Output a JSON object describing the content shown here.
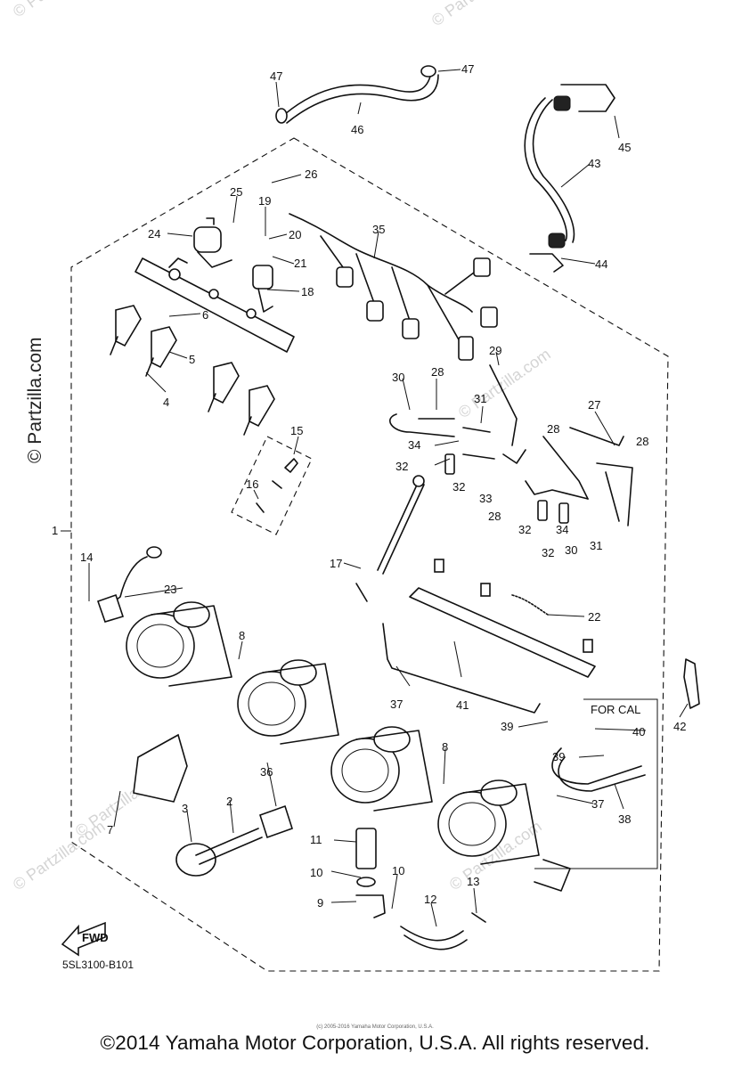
{
  "watermark": "© Partzilla.com",
  "side_watermark": "© Partzilla.com",
  "diagram_code": "5SL3100-B101",
  "note_box_label": "FOR CAL",
  "fwd_arrow_label": "FWD",
  "fineprint": "(c) 2005-2016 Yamaha Motor Corporation, U.S.A.",
  "copyright": "©2014 Yamaha Motor Corporation, U.S.A. All rights reserved.",
  "callouts": [
    "1",
    "2",
    "3",
    "4",
    "5",
    "6",
    "7",
    "8",
    "8",
    "9",
    "10",
    "10",
    "11",
    "12",
    "13",
    "14",
    "15",
    "16",
    "17",
    "18",
    "19",
    "20",
    "21",
    "22",
    "23",
    "24",
    "25",
    "26",
    "27",
    "28",
    "28",
    "28",
    "28",
    "29",
    "30",
    "30",
    "31",
    "31",
    "32",
    "32",
    "32",
    "32",
    "33",
    "34",
    "34",
    "35",
    "36",
    "37",
    "37",
    "38",
    "39",
    "39",
    "40",
    "41",
    "42",
    "43",
    "44",
    "45",
    "46",
    "47",
    "47"
  ]
}
